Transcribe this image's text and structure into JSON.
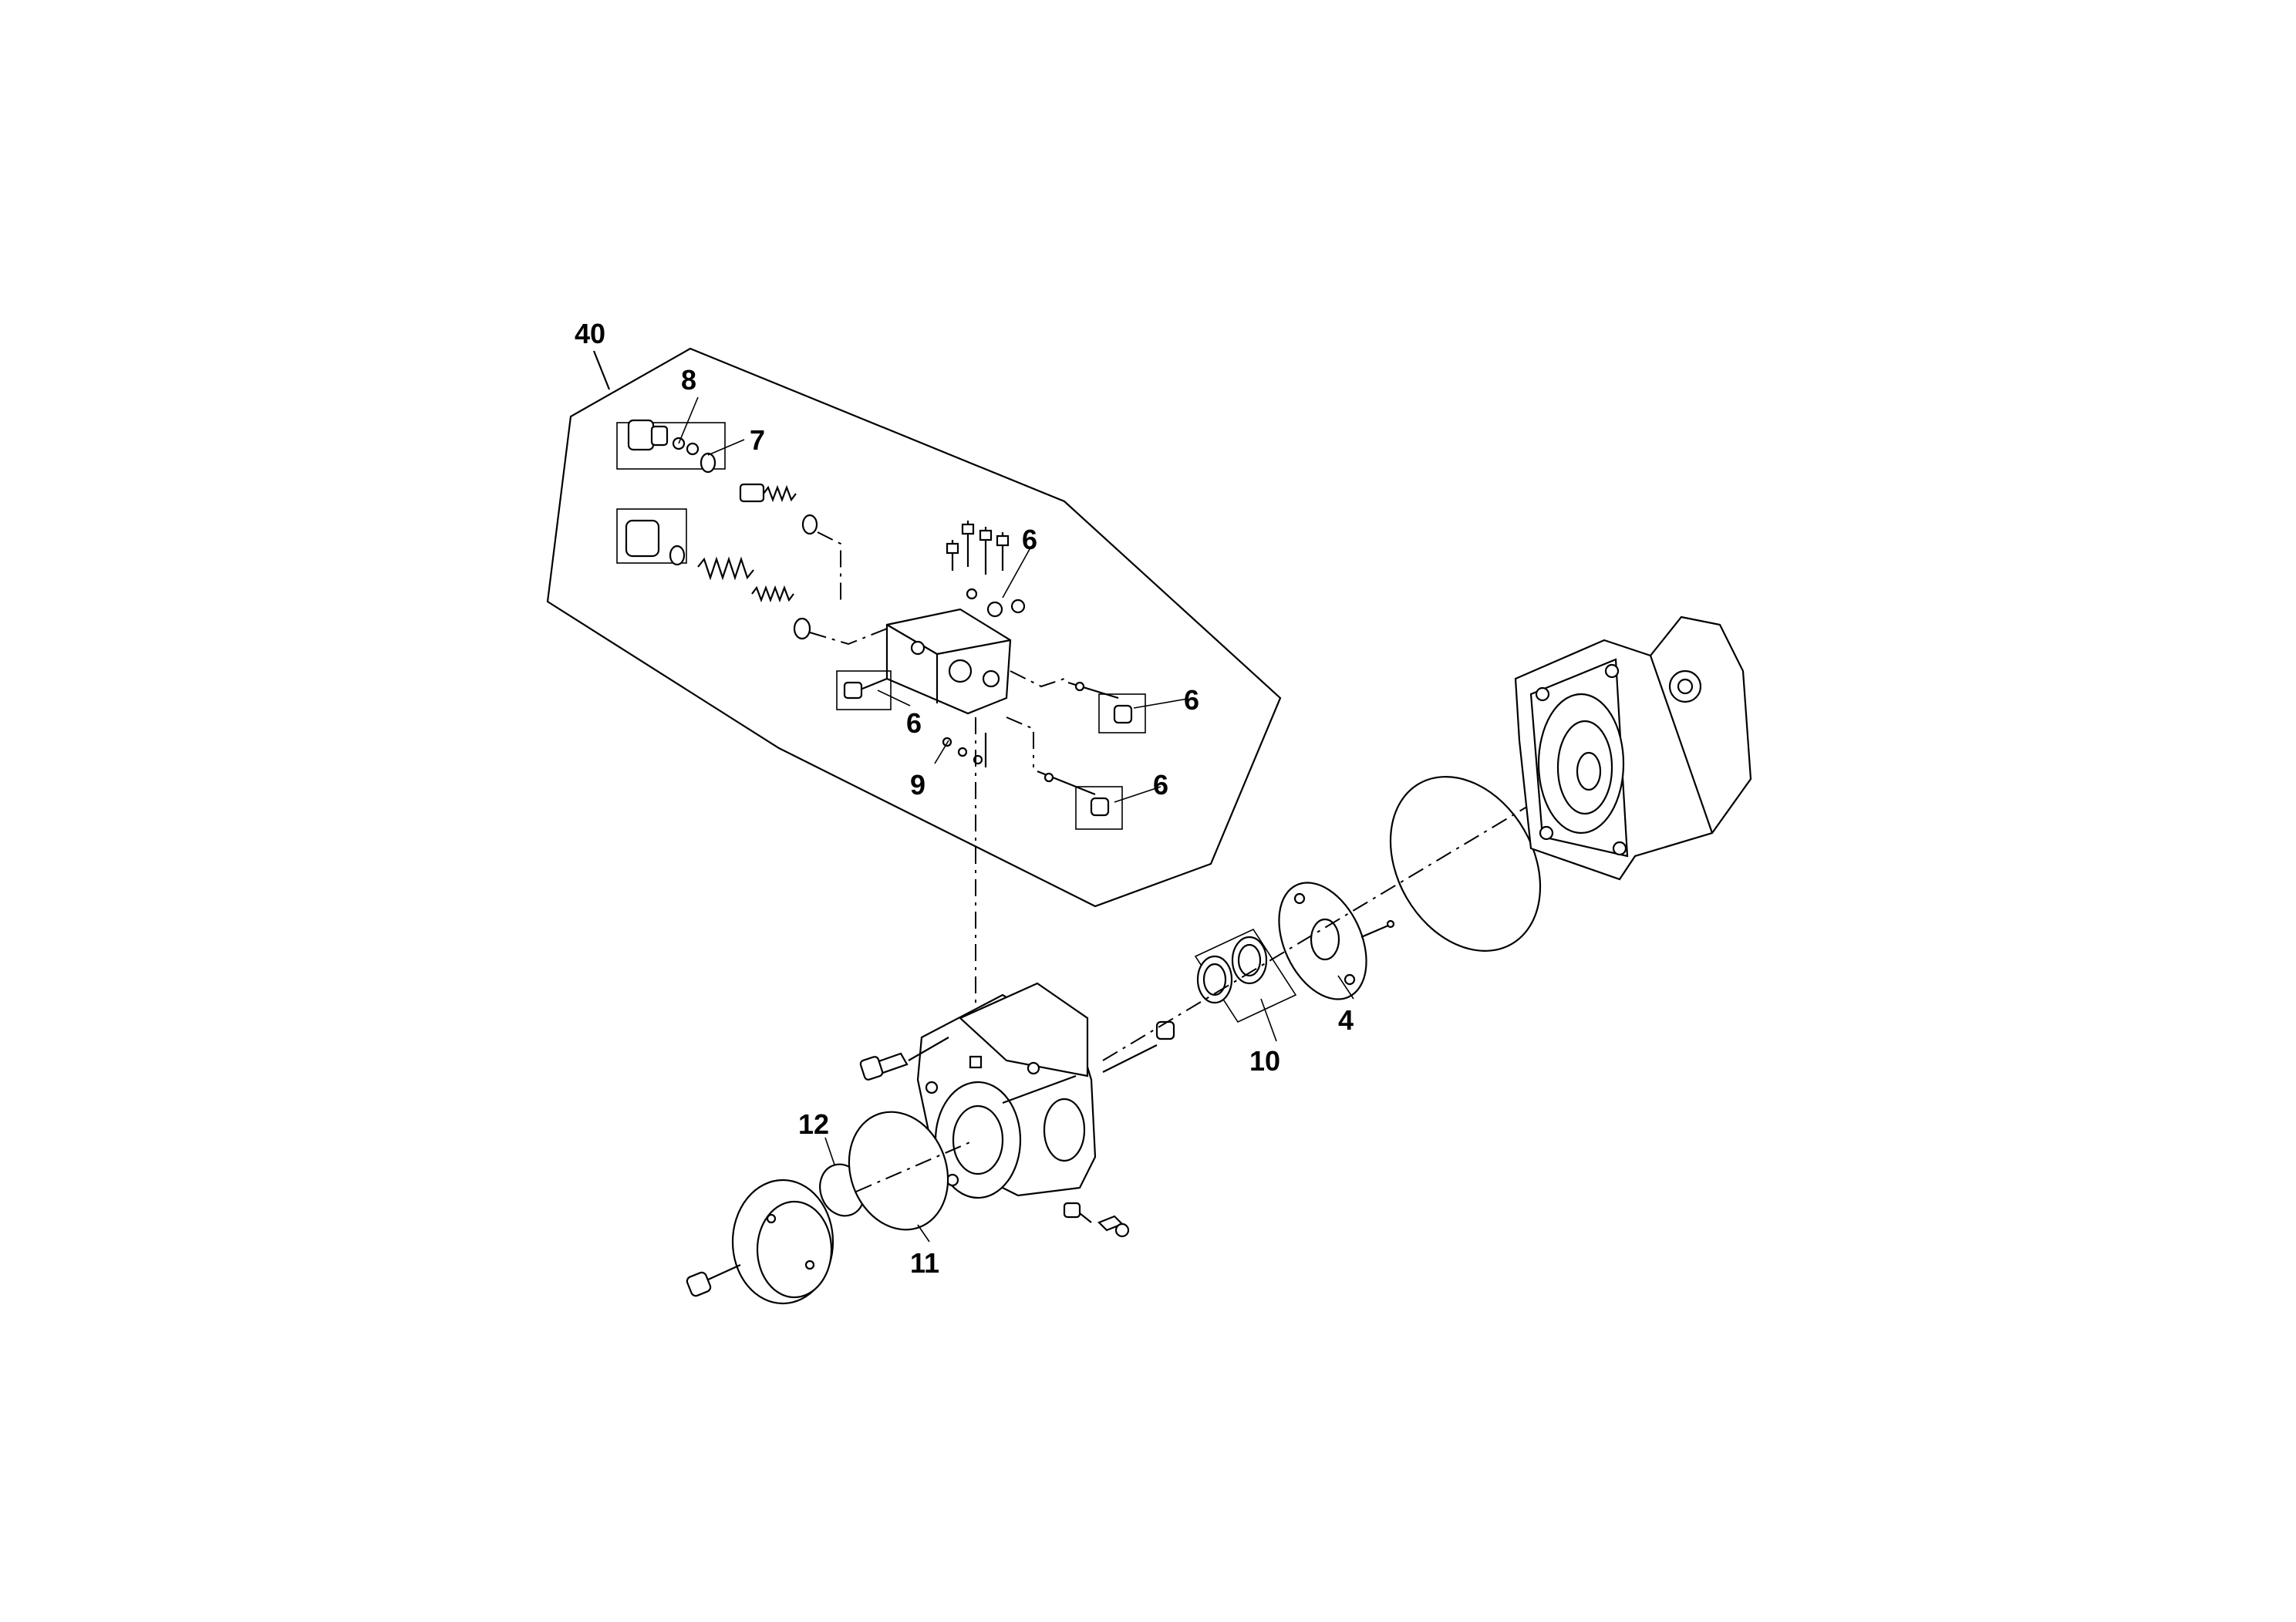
{
  "callouts": {
    "c40": "40",
    "c8": "8",
    "c7": "7",
    "c6a": "6",
    "c6b": "6",
    "c6c": "6",
    "c6d": "6",
    "c9": "9",
    "c10": "10",
    "c4": "4",
    "c12": "12",
    "c11": "11"
  }
}
